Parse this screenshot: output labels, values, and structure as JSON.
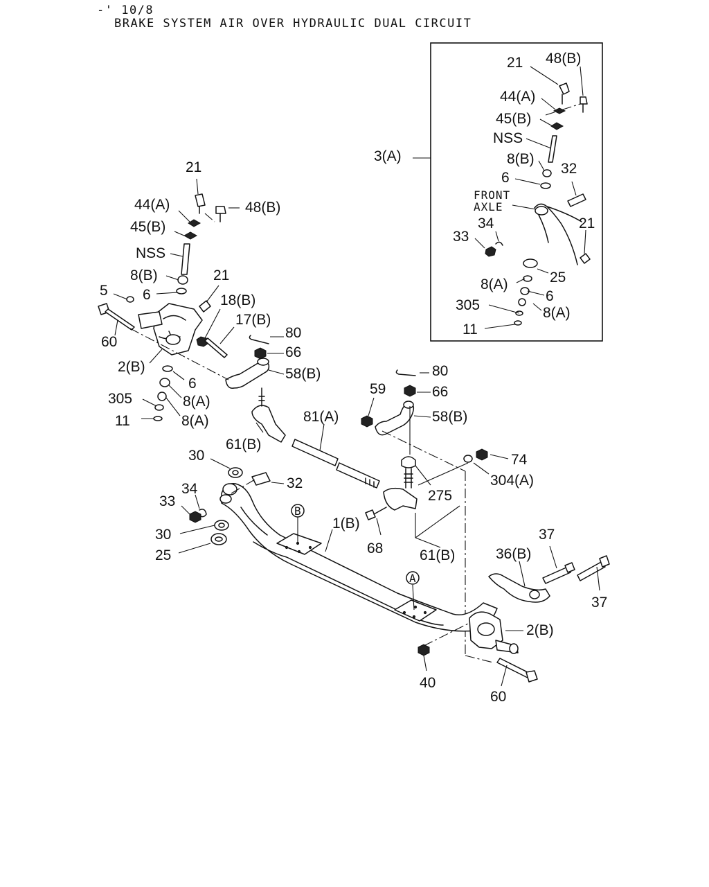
{
  "header": {
    "ref": "-' 10/8",
    "title": "BRAKE SYSTEM AIR OVER HYDRAULIC DUAL CIRCUIT"
  },
  "inset": {
    "front_axle_line1": "FRONT",
    "front_axle_line2": "AXLE",
    "labels": [
      "21",
      "48(B)",
      "44(A)",
      "45(B)",
      "NSS",
      "8(B)",
      "6",
      "32",
      "21",
      "34",
      "33",
      "25",
      "8(A)",
      "6",
      "305",
      "8(A)",
      "11"
    ],
    "assembly": "3(A)"
  },
  "left_knuckle_labels": [
    "21",
    "44(A)",
    "48(B)",
    "45(B)",
    "NSS",
    "8(B)",
    "6",
    "5",
    "21",
    "18(B)",
    "17(B)",
    "80",
    "66",
    "60",
    "2(B)",
    "58(B)",
    "6",
    "8(A)",
    "305",
    "8(A)",
    "11",
    "61(B)"
  ],
  "tie_rod_labels": [
    "81(A)",
    "80",
    "59",
    "66",
    "58(B)",
    "74",
    "304(A)",
    "275",
    "68",
    "61(B)"
  ],
  "axle_labels": [
    "30",
    "32",
    "34",
    "33",
    "1(B)",
    "30",
    "25",
    "B",
    "A",
    "37",
    "36(B)",
    "37",
    "2(B)",
    "40",
    "60"
  ]
}
